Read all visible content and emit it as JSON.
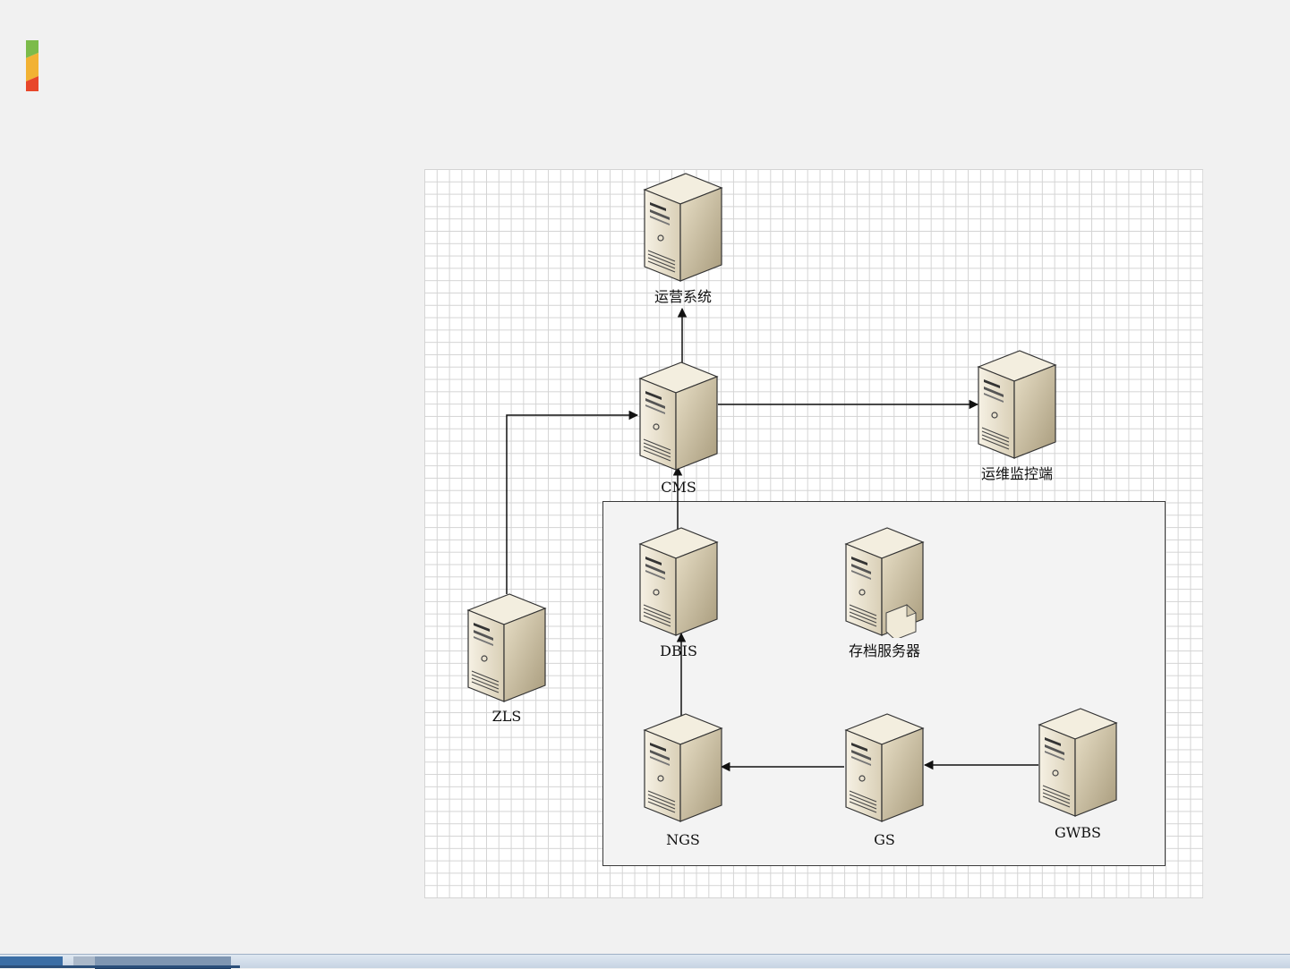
{
  "diagram": {
    "nodes": [
      {
        "id": "ops-system",
        "label": "运营系统",
        "type": "server"
      },
      {
        "id": "cms",
        "label": "CMS",
        "type": "server"
      },
      {
        "id": "ops-monitor",
        "label": "运维监控端",
        "type": "server"
      },
      {
        "id": "zls",
        "label": "ZLS",
        "type": "server"
      },
      {
        "id": "dbis",
        "label": "DBIS",
        "type": "server"
      },
      {
        "id": "archive-server",
        "label": "存档服务器",
        "type": "file-server"
      },
      {
        "id": "ngs",
        "label": "NGS",
        "type": "server"
      },
      {
        "id": "gs",
        "label": "GS",
        "type": "server"
      },
      {
        "id": "gwbs",
        "label": "GWBS",
        "type": "server"
      }
    ],
    "edges": [
      {
        "from": "cms",
        "to": "ops-system"
      },
      {
        "from": "cms",
        "to": "ops-monitor"
      },
      {
        "from": "zls",
        "to": "cms"
      },
      {
        "from": "dbis",
        "to": "cms"
      },
      {
        "from": "ngs",
        "to": "dbis"
      },
      {
        "from": "gs",
        "to": "ngs"
      },
      {
        "from": "gwbs",
        "to": "gs"
      }
    ],
    "groups": [
      {
        "members": [
          "dbis",
          "archive-server",
          "ngs",
          "gs",
          "gwbs"
        ]
      }
    ]
  },
  "colors": {
    "server_face": "#e8e0cc",
    "server_side": "#b8ac90",
    "edge": "#111111",
    "group_border": "#3a3a3a",
    "logo_green": "#7cbb4a",
    "logo_yellow": "#f2b233",
    "logo_red": "#e8472a"
  }
}
